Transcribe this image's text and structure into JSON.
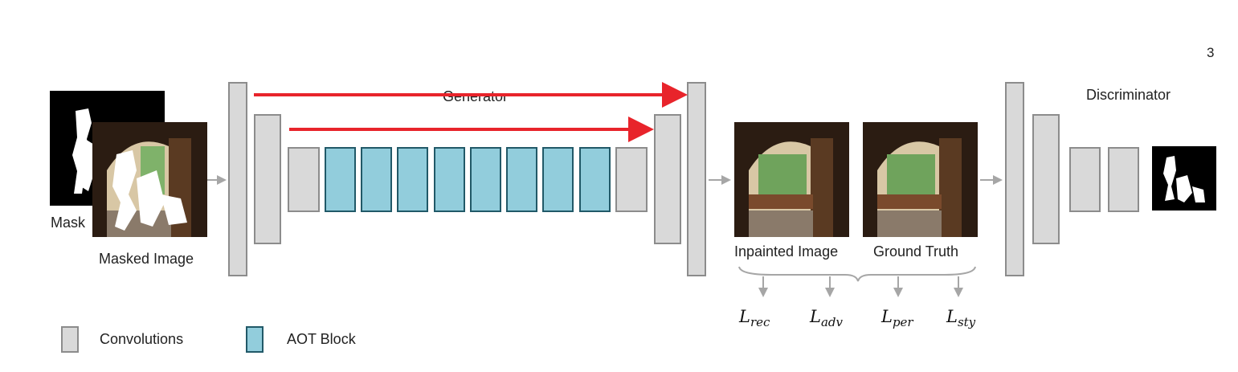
{
  "page_number": "3",
  "generator": {
    "title": "Generator"
  },
  "discriminator": {
    "title": "Discriminator"
  },
  "inputs": {
    "mask_label": "Mask",
    "masked_image_label": "Masked Image"
  },
  "outputs": {
    "inpainted_label": "Inpainted Image",
    "ground_truth_label": "Ground Truth"
  },
  "losses": [
    {
      "base": "L",
      "sub": "rec"
    },
    {
      "base": "L",
      "sub": "adv"
    },
    {
      "base": "L",
      "sub": "per"
    },
    {
      "base": "L",
      "sub": "sty"
    }
  ],
  "legend": {
    "convolutions": "Convolutions",
    "aot_block": "AOT Block"
  },
  "colors": {
    "conv_fill": "#d9d9d9",
    "conv_border": "#8c8c8c",
    "aot_fill": "#92cddc",
    "aot_border": "#215968",
    "skip_arrow": "#e8242b",
    "flow_arrow": "#a6a6a6"
  }
}
